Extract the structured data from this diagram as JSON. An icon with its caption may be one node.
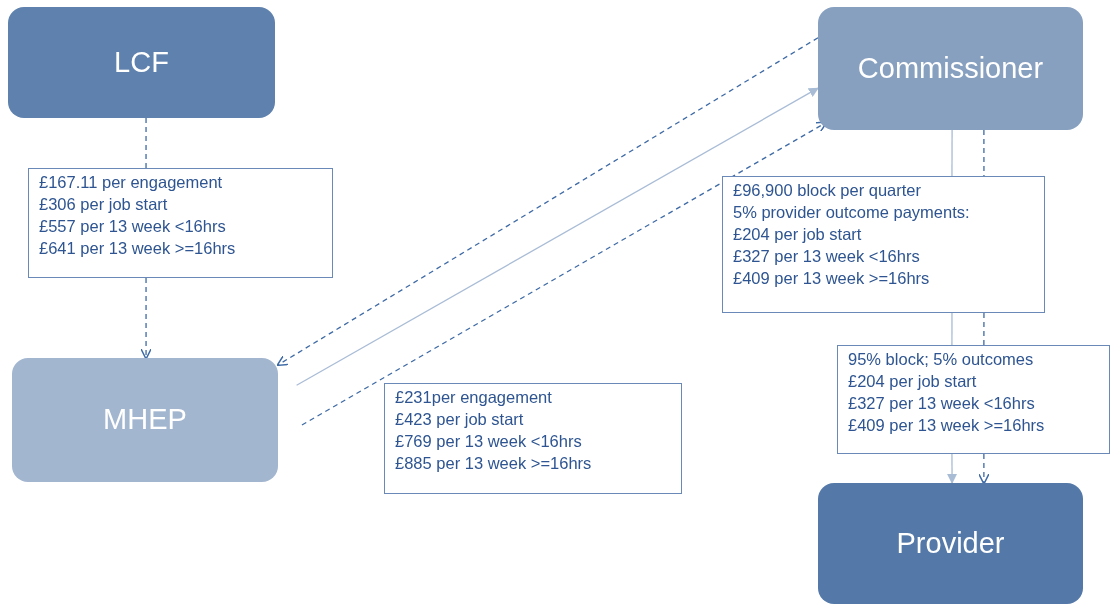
{
  "diagram": {
    "nodes": [
      {
        "text": [
          "LCF"
        ]
      },
      {
        "text": [
          "Commissioner"
        ]
      },
      {
        "text": [
          "£167.11 per engagement",
          "£306 per job start",
          "£557 per 13 week <16hrs",
          "£641 per 13 week >=16hrs"
        ]
      },
      {
        "text": [
          "£96,900 block per quarter",
          "5% provider outcome payments:",
          "£204 per job start",
          "£327 per 13 week <16hrs",
          "£409 per 13 week >=16hrs"
        ]
      },
      {
        "text": [
          "95% block; 5% outcomes",
          "£204 per job start",
          "£327 per 13 week <16hrs",
          "£409 per 13 week >=16hrs"
        ]
      },
      {
        "text": [
          "MHEP"
        ]
      },
      {
        "text": [
          "£231per engagement",
          "£423 per job start",
          "£769 per 13 week <16hrs",
          "£885 per 13 week >=16hrs"
        ]
      },
      {
        "text": [
          "Provider"
        ]
      }
    ],
    "edges": [
      {
        "from": 0,
        "to": 2,
        "arrow": "none",
        "style": "dashed"
      },
      {
        "from": 2,
        "to": 5,
        "arrow": "to",
        "style": "dashed"
      },
      {
        "from": 1,
        "to": 5,
        "arrow": "to",
        "style": "dashed"
      },
      {
        "from": 5,
        "to": 1,
        "arrow": "to",
        "color": "#a9bcd6"
      },
      {
        "from": 5,
        "to": 1,
        "arrow": "to",
        "style": "dashed"
      },
      {
        "from": 1,
        "to": 3,
        "arrow": "none",
        "color": "#a9bcd6"
      },
      {
        "from": 3,
        "to": 4,
        "arrow": "none",
        "color": "#a9bcd6"
      },
      {
        "from": 4,
        "to": 7,
        "arrow": "to",
        "color": "#a9bcd6"
      },
      {
        "from": 1,
        "to": 3,
        "arrow": "none",
        "style": "dashed"
      },
      {
        "from": 3,
        "to": 4,
        "arrow": "none",
        "style": "dashed"
      },
      {
        "from": 4,
        "to": 7,
        "arrow": "to",
        "style": "dashed"
      }
    ]
  }
}
